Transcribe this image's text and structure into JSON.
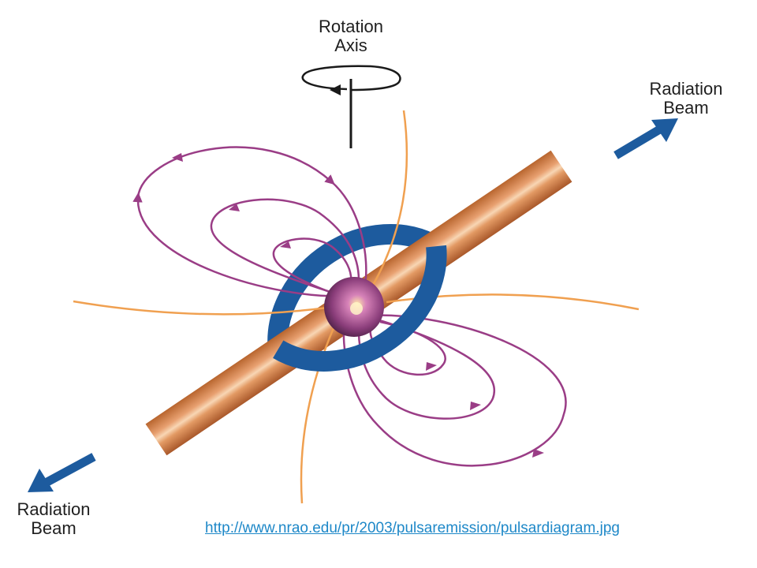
{
  "labels": {
    "rotation_axis": [
      "Rotation",
      "Axis"
    ],
    "radiation_beam_top": [
      "Radiation",
      "Beam"
    ],
    "radiation_beam_bottom": [
      "Radiation",
      "Beam"
    ]
  },
  "source_url": "http://www.nrao.edu/pr/2003/pulsaremission/pulsardiagram.jpg",
  "colors": {
    "beam": "#c8773c",
    "beam_highlight": "#f6c9a0",
    "field_lines": "#9a3d86",
    "orange_lines": "#f0a050",
    "ring": "#1d5b9e",
    "arrows": "#1d5b9e",
    "axis": "#1a1a1a",
    "star": "#8a3d7a",
    "link": "#1e88c8"
  }
}
